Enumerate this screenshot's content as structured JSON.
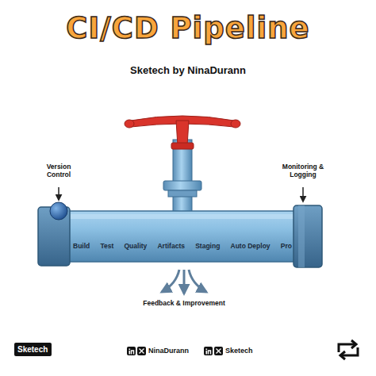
{
  "diagram": {
    "title": "CI/CD Pipeline",
    "nodes": [
      {
        "text": [
          "Build",
          "Test",
          "Quality",
          "Artifacts",
          "Staging",
          "Auto Deploy",
          "Pro"
        ]
      },
      {
        "text": [
          "Sketech"
        ]
      }
    ],
    "labels": [
      "Sketech by NinaDurann",
      "Version Control",
      "Monitoring & Logging",
      "Feedback & Improvement",
      "NinaDurann",
      "Sketech"
    ]
  }
}
